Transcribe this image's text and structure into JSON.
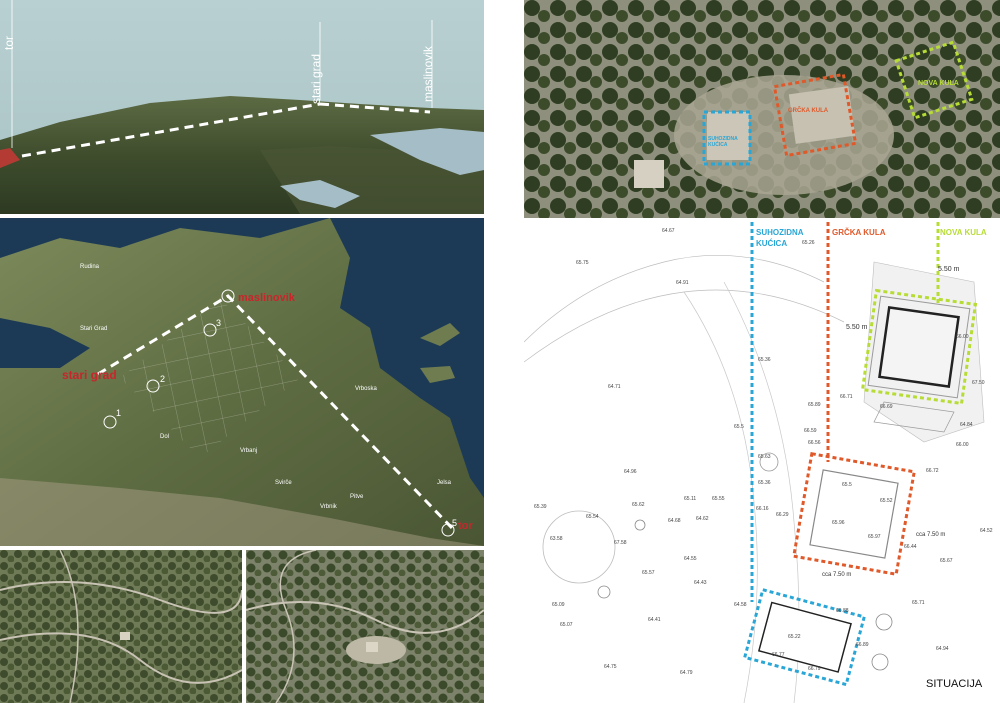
{
  "panorama": {
    "labels": [
      "tor",
      "stari grad",
      "maslinovik"
    ]
  },
  "aerial_map": {
    "red_labels": [
      "maslinovik",
      "stari grad",
      "tor"
    ],
    "place_names": [
      "Rudina",
      "Stari Grad",
      "Dol",
      "Vrbanj",
      "Svirče",
      "Vrbnik",
      "Pitve",
      "Vrboska",
      "Jelsa"
    ],
    "numbers": [
      "1",
      "2",
      "3",
      "5"
    ]
  },
  "top_photo": {
    "boxes": [
      "SUHOZIDNA KUĆICA",
      "GRČKA KULA",
      "NOVA KULA"
    ]
  },
  "plan": {
    "leaders": {
      "suhozidna_line1": "SUHOZIDNA",
      "suhozidna_line2": "KUĆICA",
      "grcka": "GRČKA KULA",
      "nova": "NOVA KULA"
    },
    "dimensions": [
      "5.50 m",
      "5.50 m",
      "cca 7.50 m",
      "cca 7.50 m"
    ],
    "spot_heights": [
      "64.67",
      "65.75",
      "64.91",
      "65.26",
      "65.36",
      "64.71",
      "65.5",
      "65.63",
      "64.96",
      "65.89",
      "66.59",
      "66.56",
      "65.39",
      "65.54",
      "65.62",
      "65.11",
      "65.55",
      "64.68",
      "64.62",
      "66.16",
      "66.29",
      "65.36",
      "63.58",
      "67.58",
      "65.57",
      "64.55",
      "64.43",
      "65.09",
      "65.07",
      "64.41",
      "64.58",
      "64.75",
      "64.79",
      "66.71",
      "66.69",
      "64.84",
      "66.00",
      "66.72",
      "65.5",
      "65.52",
      "65.96",
      "65.97",
      "66.44",
      "65.67",
      "64.52",
      "65.71",
      "66.88",
      "66.89",
      "64.94",
      "65.22",
      "66.77",
      "66.79",
      "66.00",
      "67.50"
    ],
    "title": "SITUACIJA"
  },
  "colors": {
    "cyan": "#29a6d6",
    "orange": "#e0592a",
    "lime": "#b7dc35",
    "red_label": "#c8262b"
  }
}
